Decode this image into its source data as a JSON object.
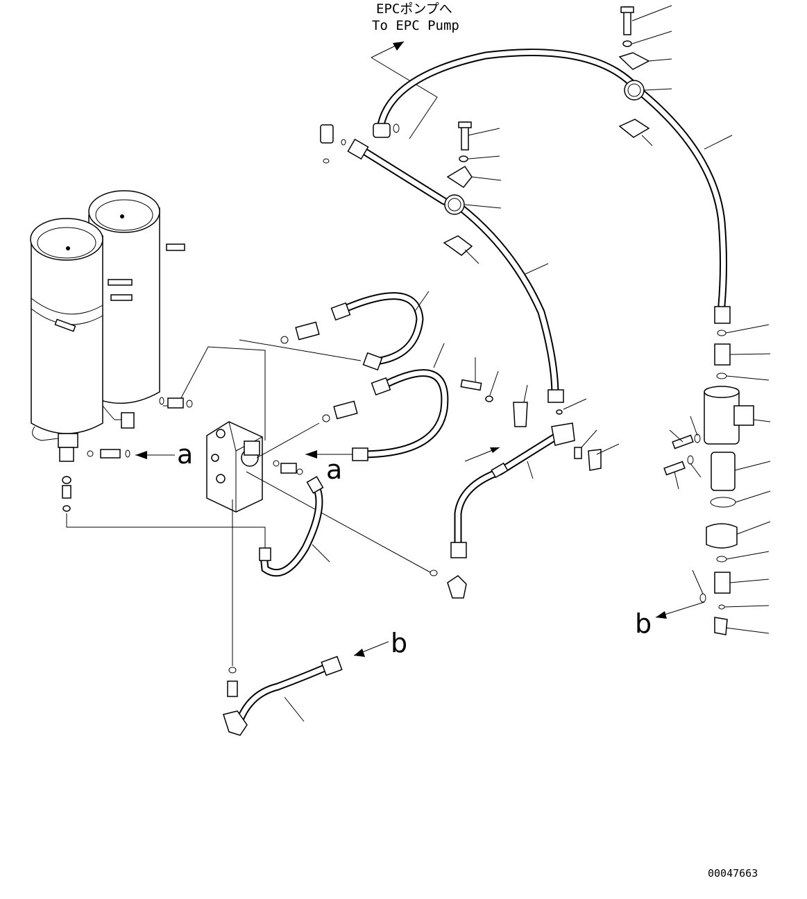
{
  "header": {
    "line_jp": "EPCポンプへ",
    "line_en": "To EPC Pump"
  },
  "markers": {
    "a_left": "a",
    "a_center": "a",
    "b_center": "b",
    "b_right": "b"
  },
  "drawing_number": "00047663"
}
